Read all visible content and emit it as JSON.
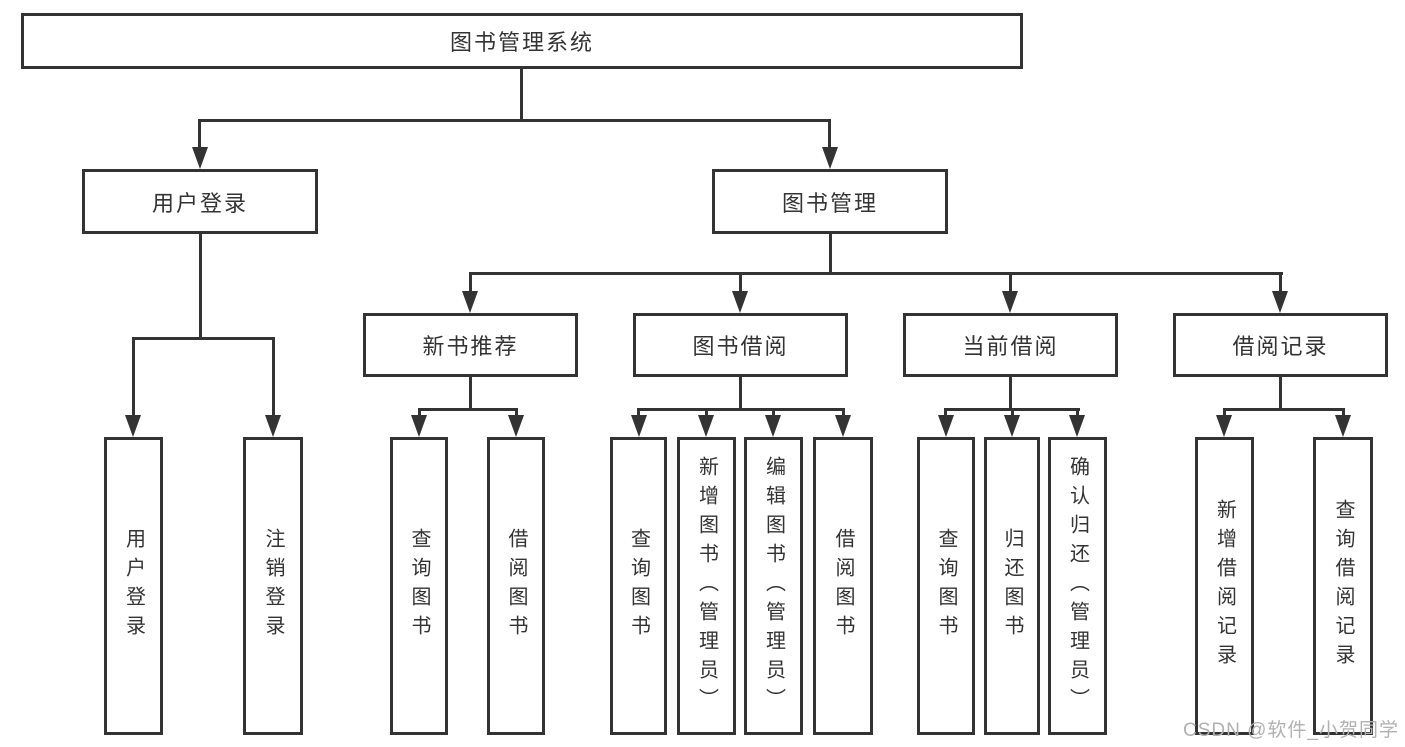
{
  "diagram_title": "图书管理系统",
  "tree": {
    "label": "图书管理系统",
    "children": [
      {
        "label": "用户登录",
        "children": [
          {
            "label": "用户登录"
          },
          {
            "label": "注销登录"
          }
        ]
      },
      {
        "label": "图书管理",
        "children": [
          {
            "label": "新书推荐",
            "children": [
              {
                "label": "查询图书"
              },
              {
                "label": "借阅图书"
              }
            ]
          },
          {
            "label": "图书借阅",
            "children": [
              {
                "label": "查询图书"
              },
              {
                "label": "新增图书（管理员）"
              },
              {
                "label": "编辑图书（管理员）"
              },
              {
                "label": "借阅图书"
              }
            ]
          },
          {
            "label": "当前借阅",
            "children": [
              {
                "label": "查询图书"
              },
              {
                "label": "归还图书"
              },
              {
                "label": "确认归还（管理员）"
              }
            ]
          },
          {
            "label": "借阅记录",
            "children": [
              {
                "label": "新增借阅记录"
              },
              {
                "label": "查询借阅记录"
              }
            ]
          }
        ]
      }
    ]
  },
  "watermark": {
    "text": "CSDN @软件_小贺同学"
  },
  "colors": {
    "line": "#333333",
    "box_border": "#333333",
    "box_fill": "#ffffff",
    "text": "#333333",
    "watermark": "#b1b1b1",
    "background": "#ffffff"
  }
}
